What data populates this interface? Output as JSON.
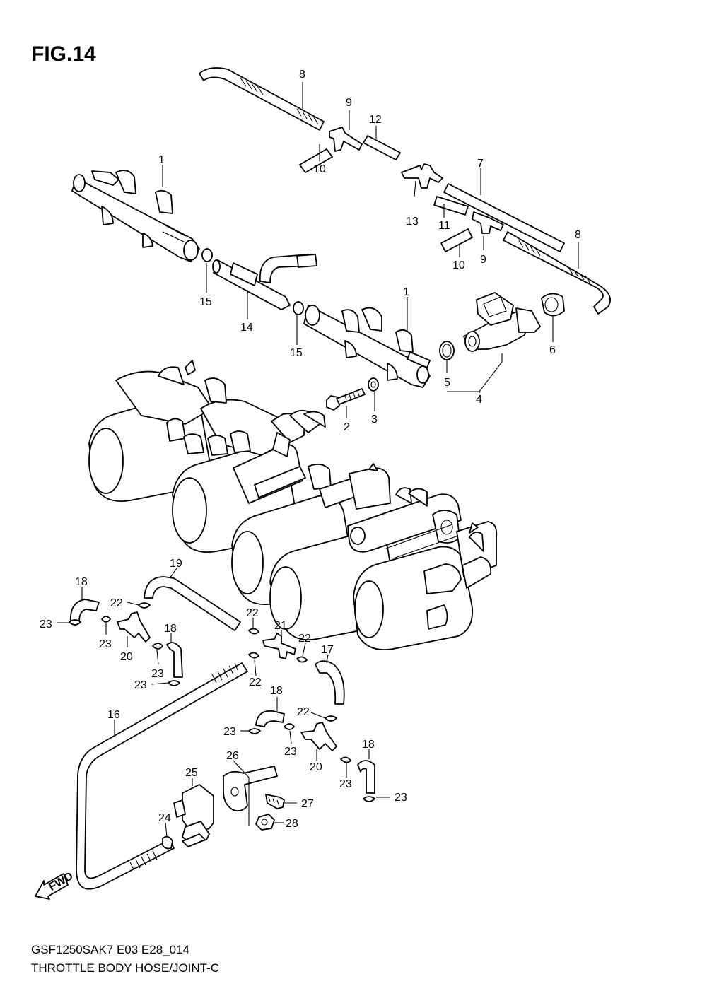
{
  "figure": {
    "title": "FIG.14",
    "model_code": "GSF1250SAK7 E03 E28_014",
    "description": "THROTTLE BODY HOSE/JOINT-C",
    "fwd_label": "FWD"
  },
  "callouts": {
    "p1a": "1",
    "p1b": "1",
    "p2": "2",
    "p3": "3",
    "p4": "4",
    "p5": "5",
    "p6": "6",
    "p7": "7",
    "p8a": "8",
    "p8b": "8",
    "p9a": "9",
    "p9b": "9",
    "p10a": "10",
    "p10b": "10",
    "p11": "11",
    "p12": "12",
    "p13": "13",
    "p14": "14",
    "p15a": "15",
    "p15b": "15",
    "p16": "16",
    "p17": "17",
    "p18a": "18",
    "p18b": "18",
    "p18c": "18",
    "p18d": "18",
    "p19": "19",
    "p20a": "20",
    "p20b": "20",
    "p21": "21",
    "p22a": "22",
    "p22b": "22",
    "p22c": "22",
    "p22d": "22",
    "p22e": "22",
    "p23a": "23",
    "p23b": "23",
    "p23c": "23",
    "p23d": "23",
    "p23e": "23",
    "p23f": "23",
    "p23g": "23",
    "p24": "24",
    "p25": "25",
    "p26": "26",
    "p27": "27",
    "p28": "28"
  },
  "icons": {
    "fwd_arrow": "fwd-arrow-icon"
  }
}
